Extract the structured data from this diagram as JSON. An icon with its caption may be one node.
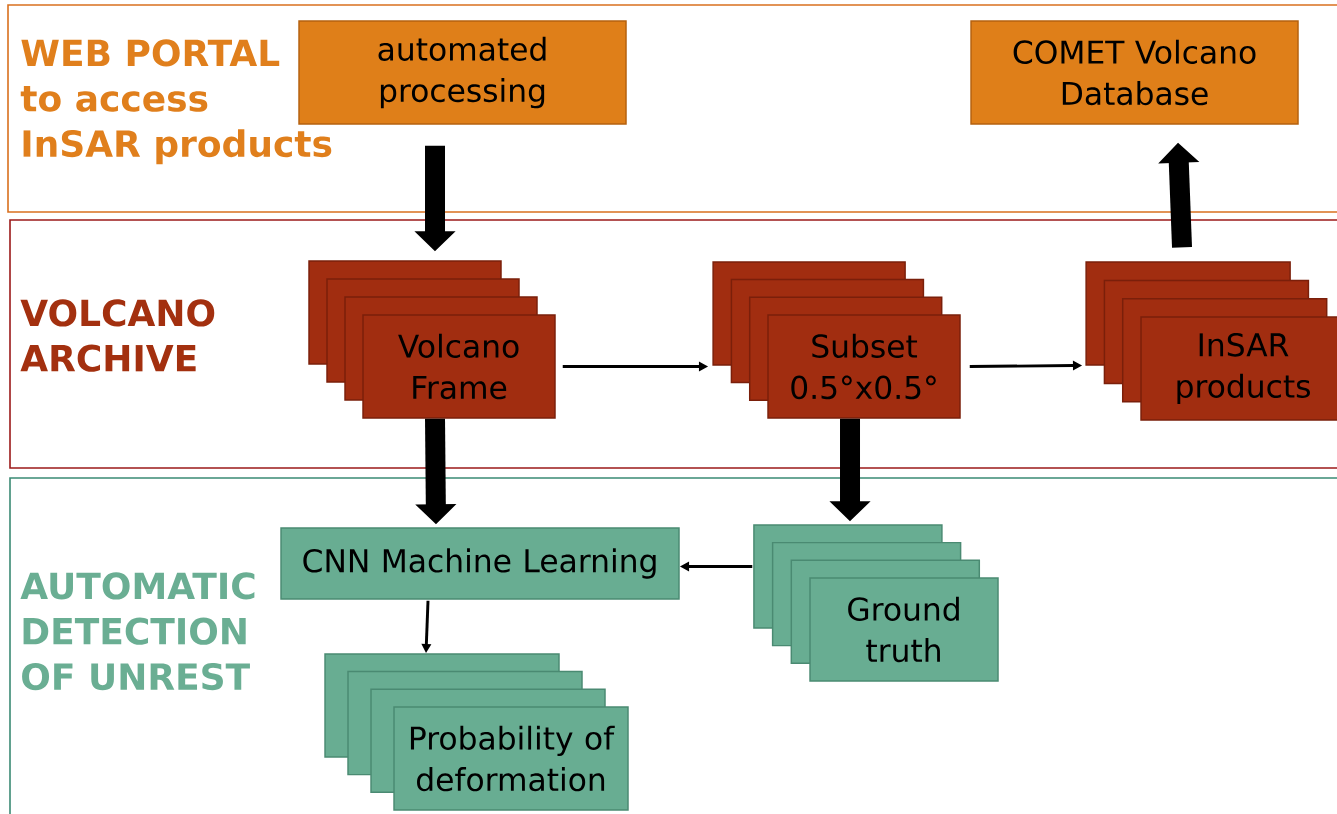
{
  "diagram": {
    "nodes": [
      {
        "text": [
          "WEB PORTAL to access InSAR products"
        ]
      },
      {
        "text": [
          "automated processing"
        ],
        "in": 0
      },
      {
        "text": [
          "COMET Volcano Database"
        ],
        "in": 0
      },
      {
        "text": [
          "VOLCANO ARCHIVE"
        ]
      },
      {
        "text": [
          "Volcano Frame"
        ],
        "in": 3
      },
      {
        "text": [
          "Subset 0.5°x0.5°"
        ],
        "in": 3
      },
      {
        "text": [
          "InSAR products"
        ],
        "in": 3
      },
      {
        "text": [
          "AUTOMATIC DETECTION OF UNREST"
        ]
      },
      {
        "text": [
          "CNN Machine Learning"
        ],
        "in": 7
      },
      {
        "text": [
          "Ground truth"
        ],
        "in": 7
      },
      {
        "text": [
          "Probability of deformation"
        ],
        "in": 7
      }
    ],
    "edges": [
      {
        "from": 1,
        "to": 4,
        "arrow": "to",
        "style": "thick"
      },
      {
        "from": 4,
        "to": 5,
        "arrow": "to"
      },
      {
        "from": 5,
        "to": 6,
        "arrow": "to"
      },
      {
        "from": 6,
        "to": 2,
        "arrow": "to",
        "style": "thick"
      },
      {
        "from": 4,
        "to": 8,
        "arrow": "to",
        "style": "thick"
      },
      {
        "from": 5,
        "to": 9,
        "arrow": "to",
        "style": "thick"
      },
      {
        "from": 9,
        "to": 8,
        "arrow": "to"
      },
      {
        "from": 8,
        "to": 10,
        "arrow": "to"
      }
    ]
  }
}
